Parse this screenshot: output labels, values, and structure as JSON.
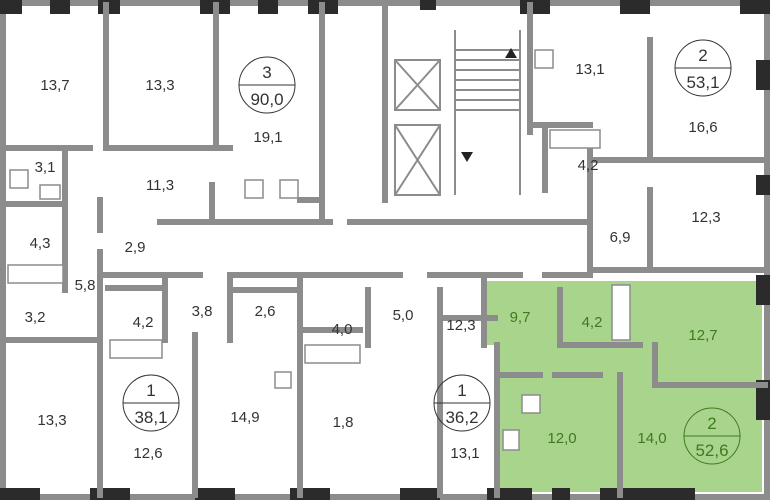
{
  "colors": {
    "highlight": "#a9d48c",
    "highlight_text": "#3f7a1e",
    "wall": "#8c8c8c"
  },
  "apartments": [
    {
      "rooms": "3",
      "area": "90,0"
    },
    {
      "rooms": "2",
      "area": "53,1"
    },
    {
      "rooms": "1",
      "area": "38,1"
    },
    {
      "rooms": "1",
      "area": "36,2"
    },
    {
      "rooms": "2",
      "area": "52,6",
      "highlighted": true
    }
  ],
  "rooms": [
    "13,7",
    "13,3",
    "19,1",
    "3,1",
    "11,3",
    "4,3",
    "2,9",
    "5,8",
    "3,2",
    "13,3",
    "4,2",
    "3,8",
    "2,6",
    "12,6",
    "14,9",
    "4,0",
    "5,0",
    "12,3",
    "1,8",
    "13,1",
    "13,1",
    "4,2",
    "16,6",
    "6,9",
    "12,3",
    "9,7",
    "4,2",
    "12,7",
    "12,0",
    "14,0"
  ]
}
